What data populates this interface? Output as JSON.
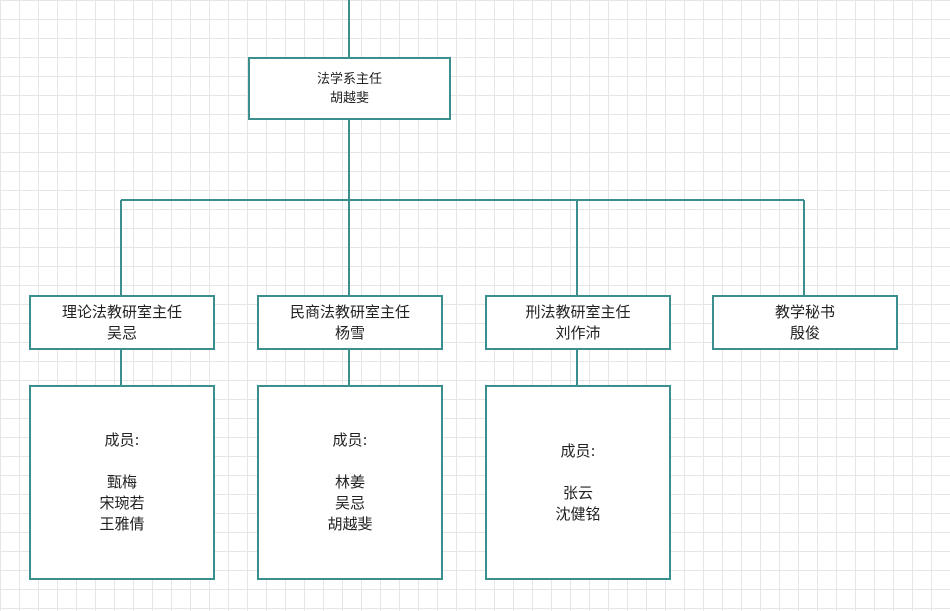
{
  "colors": {
    "line": "#3b8f8f",
    "grid": "#e6e6e6",
    "text": "#222222"
  },
  "root": {
    "title": "法学系主任",
    "name": "胡越斐"
  },
  "departments": [
    {
      "title": "理论法教研室主任",
      "head": "吴忌",
      "members_label": "成员:",
      "members": [
        "甄梅",
        "宋琬若",
        "王雅倩"
      ]
    },
    {
      "title": "民商法教研室主任",
      "head": "杨雪",
      "members_label": "成员:",
      "members": [
        "林姜",
        "吴忌",
        "胡越斐"
      ]
    },
    {
      "title": "刑法教研室主任",
      "head": "刘作沛",
      "members_label": "成员:",
      "members": [
        "张云",
        "沈健铭"
      ]
    },
    {
      "title": "教学秘书",
      "head": "殷俊"
    }
  ]
}
